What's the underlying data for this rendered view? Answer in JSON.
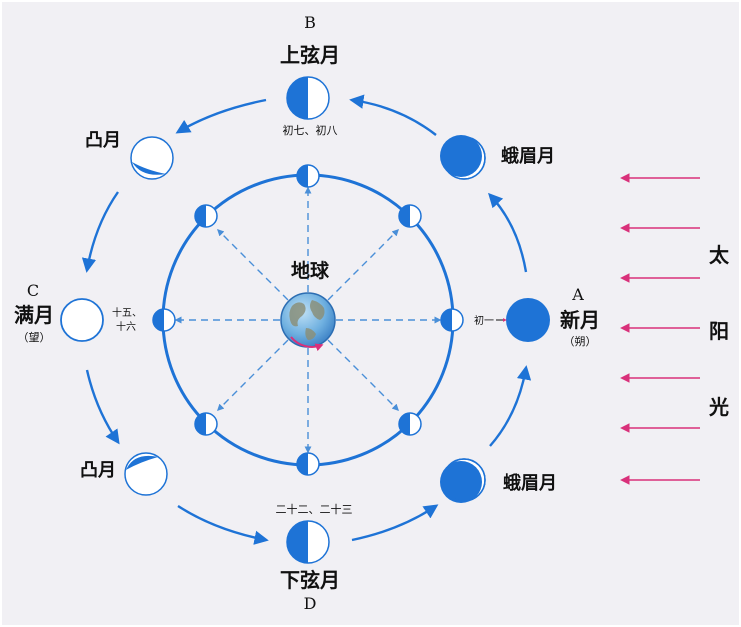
{
  "colors": {
    "blue": "#1e73d6",
    "light_blue": "#5aa0e6",
    "sun_arrow": "#d9307a",
    "background": "#f1f0f4"
  },
  "earth_label": "地球",
  "sun_label": [
    "太",
    "阳",
    "光"
  ],
  "positions": {
    "A": {
      "letter": "A",
      "name": "新月",
      "alt": "（朔）",
      "date": "初一"
    },
    "B": {
      "letter": "B",
      "name": "上弦月",
      "date": "初七、初八"
    },
    "C": {
      "letter": "C",
      "name": "满月",
      "alt": "（望）",
      "date_1": "十五、",
      "date_2": "十六"
    },
    "D": {
      "letter": "D",
      "name": "下弦月",
      "date": "二十二、二十三"
    }
  },
  "waxing_crescent_label": "蛾眉月",
  "waning_crescent_label": "蛾眉月",
  "waxing_gibbous_label": "凸月",
  "waning_gibbous_label": "凸月"
}
